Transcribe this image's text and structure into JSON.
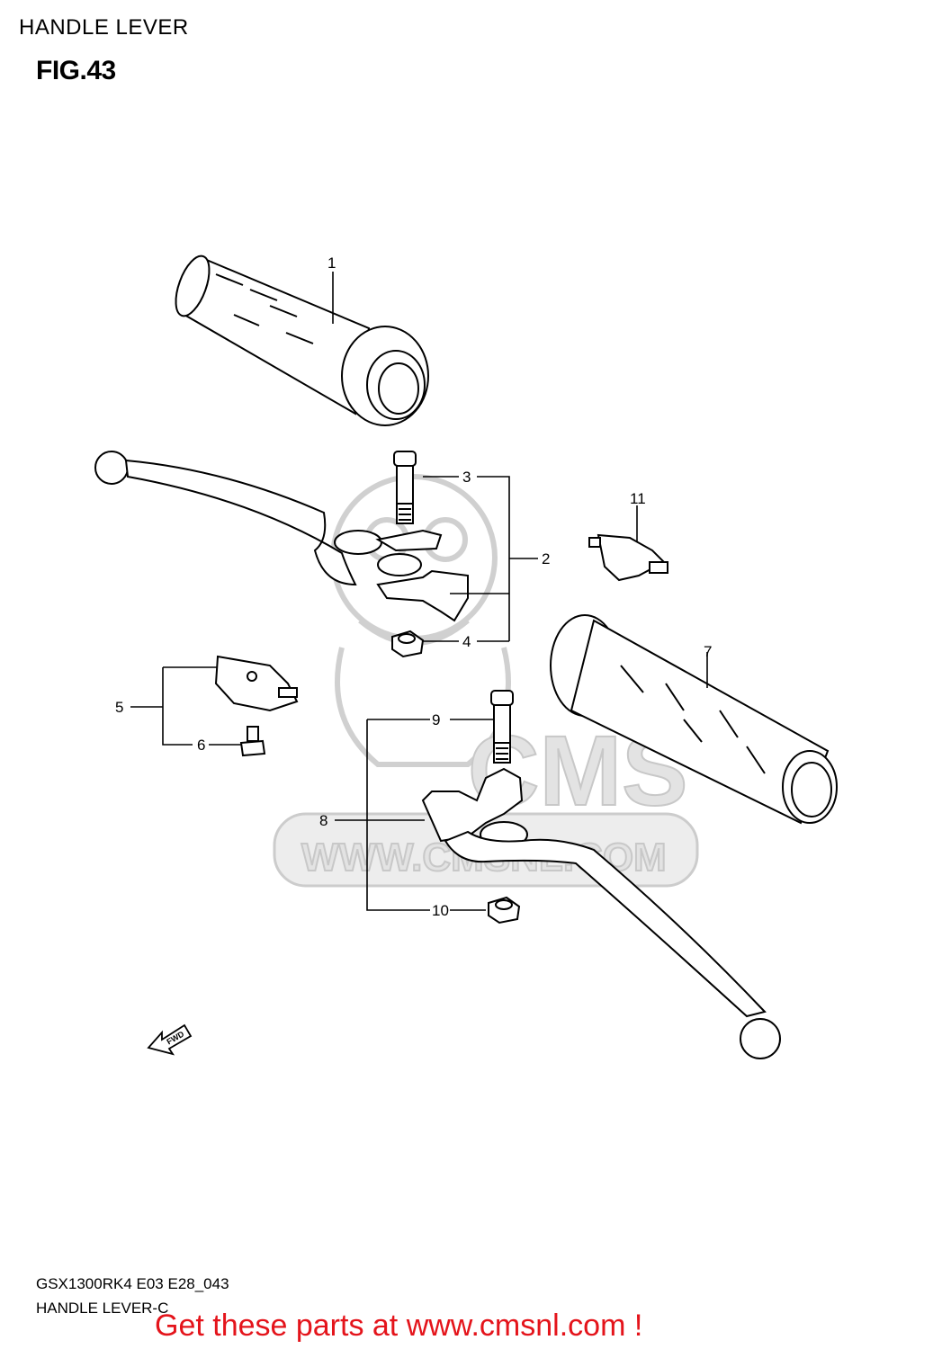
{
  "header": {
    "section_title": "HANDLE LEVER",
    "figure_label": "FIG.43"
  },
  "watermark": {
    "logo_text": "CMS",
    "url_text": "WWW.CMSNL.COM"
  },
  "direction_indicator": {
    "label": "FWD"
  },
  "callouts": [
    "1",
    "2",
    "3",
    "4",
    "5",
    "6",
    "7",
    "8",
    "9",
    "10",
    "11"
  ],
  "footer": {
    "model_code": "GSX1300RK4 E03 E28_043",
    "diagram_code": "HANDLE LEVER-C",
    "promo_text": "Get these parts at www.cmsnl.com !"
  },
  "colors": {
    "promo": "#e4141b",
    "watermark": "#c8c8c8",
    "line": "#000000"
  }
}
